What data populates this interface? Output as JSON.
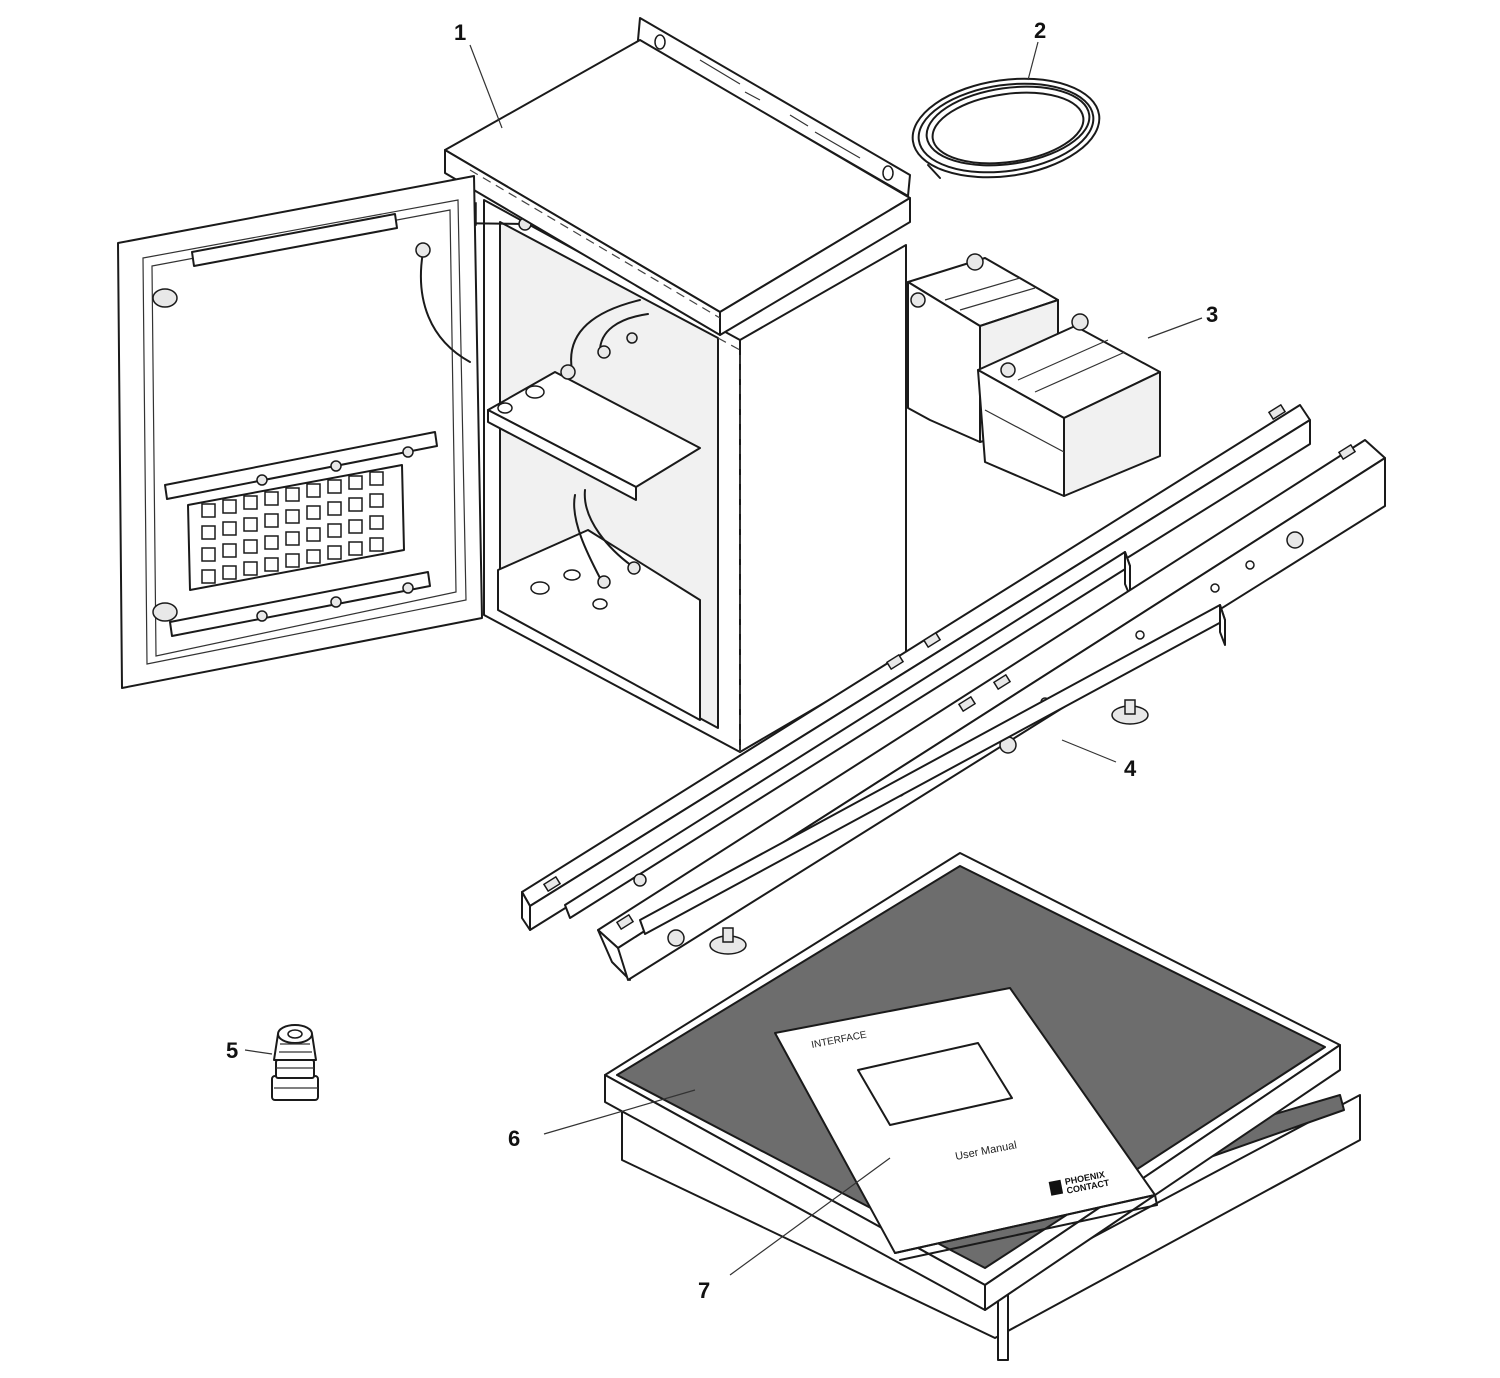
{
  "callouts": [
    "1",
    "2",
    "3",
    "4",
    "5",
    "6",
    "7"
  ],
  "manual": {
    "header": "INTERFACE",
    "title": "User Manual",
    "logo_line1": "PHOENIX",
    "logo_line2": "CONTACT"
  },
  "colors": {
    "line": "#1a1a1a",
    "mat": "#6d6d6d",
    "background": "#ffffff"
  }
}
